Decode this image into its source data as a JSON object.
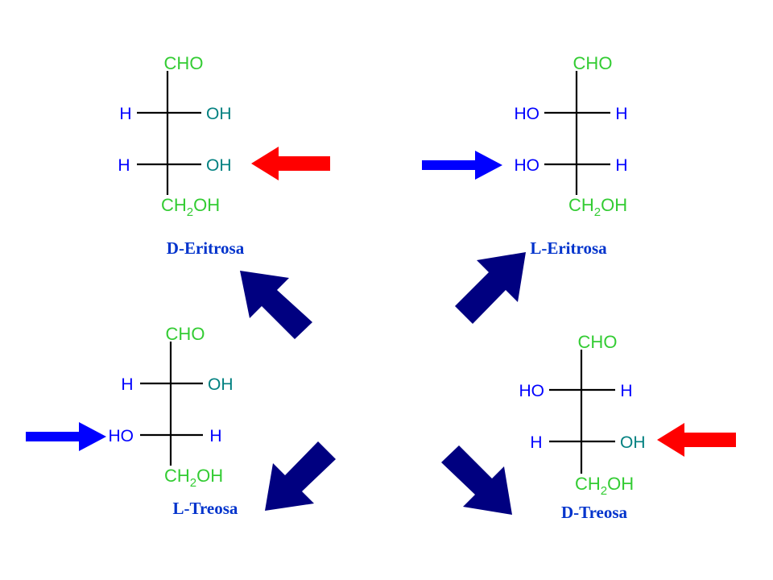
{
  "colors": {
    "background": "#ffffff",
    "bond": "#000000",
    "terminal_group": "#33cc33",
    "hydroxyl_group": "#008080",
    "hydrogen": "#0000ff",
    "isomer_name": "#0033cc",
    "red_arrow": "#ff0000",
    "blue_arrow": "#0000ff",
    "navy_arrow": "#000080"
  },
  "molecules": [
    {
      "name": "D-Eritrosa",
      "top": "CHO",
      "row1": {
        "left": "H",
        "right": "OH"
      },
      "row2": {
        "left": "H",
        "right": "OH"
      },
      "bottom": {
        "main": "CH",
        "sub": "2",
        "tail": "OH"
      }
    },
    {
      "name": "L-Eritrosa",
      "top": "CHO",
      "row1": {
        "left": "HO",
        "right": "H"
      },
      "row2": {
        "left": "HO",
        "right": "H"
      },
      "bottom": {
        "main": "CH",
        "sub": "2",
        "tail": "OH"
      }
    },
    {
      "name": "L-Treosa",
      "top": "CHO",
      "row1": {
        "left": "H",
        "right": "OH"
      },
      "row2": {
        "left": "HO",
        "right": "H"
      },
      "bottom": {
        "main": "CH",
        "sub": "2",
        "tail": "OH"
      }
    },
    {
      "name": "D-Treosa",
      "top": "CHO",
      "row1": {
        "left": "HO",
        "right": "H"
      },
      "row2": {
        "left": "H",
        "right": "OH"
      },
      "bottom": {
        "main": "CH",
        "sub": "2",
        "tail": "OH"
      }
    }
  ],
  "arrows": [
    {
      "id": "red-arrow-d-eritrosa",
      "color": "red",
      "direction": "left"
    },
    {
      "id": "blue-arrow-l-eritrosa",
      "color": "blue",
      "direction": "right"
    },
    {
      "id": "blue-arrow-l-treosa",
      "color": "blue",
      "direction": "right"
    },
    {
      "id": "red-arrow-d-treosa",
      "color": "red",
      "direction": "left"
    },
    {
      "id": "navy-arrow-up-left",
      "color": "navy",
      "direction": "up-left"
    },
    {
      "id": "navy-arrow-up-right",
      "color": "navy",
      "direction": "up-right"
    },
    {
      "id": "navy-arrow-down-left",
      "color": "navy",
      "direction": "down-left"
    },
    {
      "id": "navy-arrow-down-right",
      "color": "navy",
      "direction": "down-right"
    }
  ]
}
